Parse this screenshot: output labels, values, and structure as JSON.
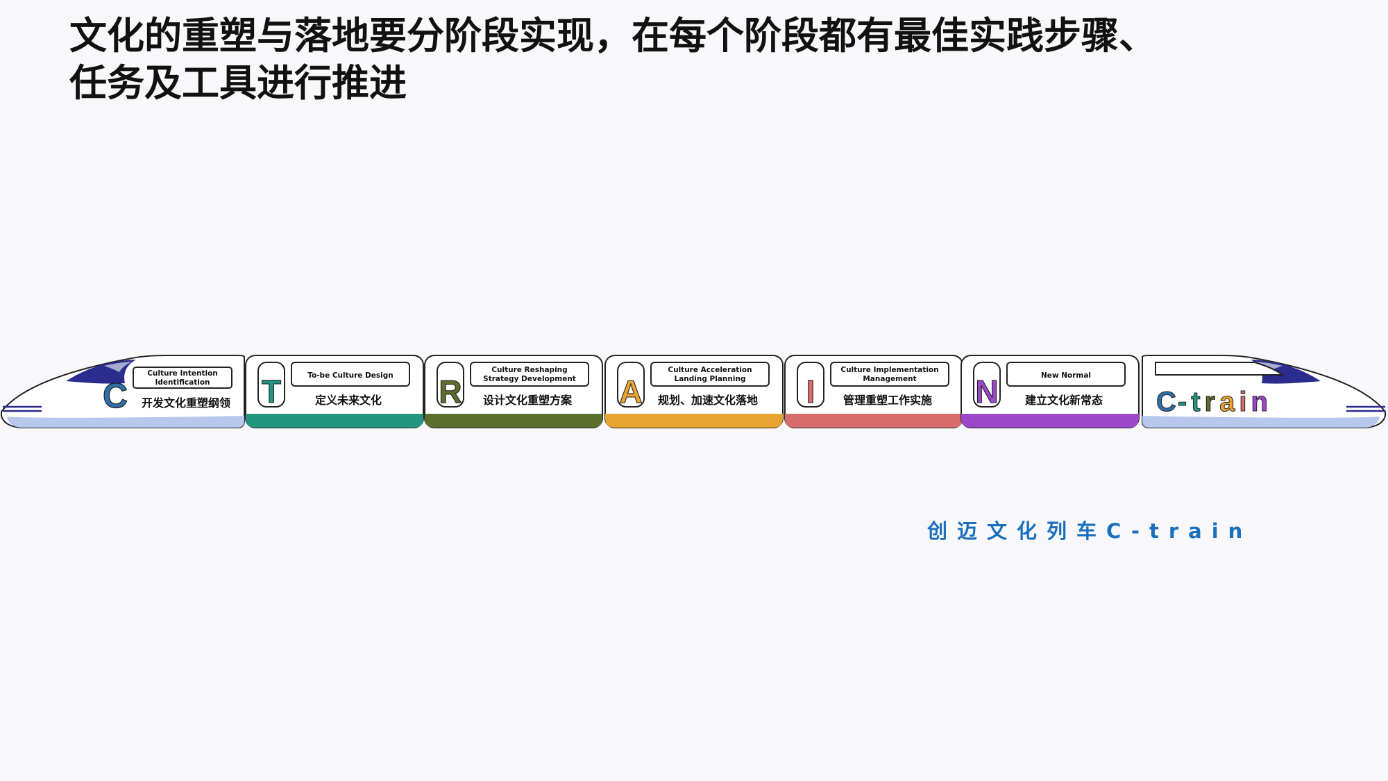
{
  "title": {
    "line1": "文化的重塑与落地要分阶段实现，在每个阶段都有最佳实践步骤、",
    "line2": "任务及工具进行推进"
  },
  "caption": "创迈文化列车C-train",
  "train": {
    "head": {
      "letter": "C",
      "color": "#2f6fa8",
      "en": [
        "Culture Intention",
        "Identification"
      ],
      "cn": "开发文化重塑纲领"
    },
    "cars": [
      {
        "letter": "T",
        "color": "#23967f",
        "en": [
          "To-be Culture Design"
        ],
        "cn": "定义未来文化"
      },
      {
        "letter": "R",
        "color": "#5b6e2c",
        "en": [
          "Culture Reshaping",
          "Strategy Development"
        ],
        "cn": "设计文化重塑方案"
      },
      {
        "letter": "A",
        "color": "#e9a32f",
        "en": [
          "Culture Acceleration",
          "Landing Planning"
        ],
        "cn": "规划、加速文化落地"
      },
      {
        "letter": "I",
        "color": "#d86c6c",
        "en": [
          "Culture Implementation",
          "Management"
        ],
        "cn": "管理重塑工作实施"
      },
      {
        "letter": "N",
        "color": "#9b47c9",
        "en": [
          "New Normal"
        ],
        "cn": "建立文化新常态"
      }
    ],
    "tail": {
      "logo": [
        {
          "ch": "C",
          "color": "#2f6fa8"
        },
        {
          "ch": "-",
          "color": "#23967f"
        },
        {
          "ch": "t",
          "color": "#23967f"
        },
        {
          "ch": "r",
          "color": "#5b6e2c"
        },
        {
          "ch": "a",
          "color": "#e9a32f"
        },
        {
          "ch": "i",
          "color": "#d86c6c"
        },
        {
          "ch": "n",
          "color": "#9b47c9"
        }
      ]
    },
    "window_color": "#2a2c8e",
    "stripe_color": "#2a2c8e",
    "skirt_color": "#b7c8ec"
  }
}
